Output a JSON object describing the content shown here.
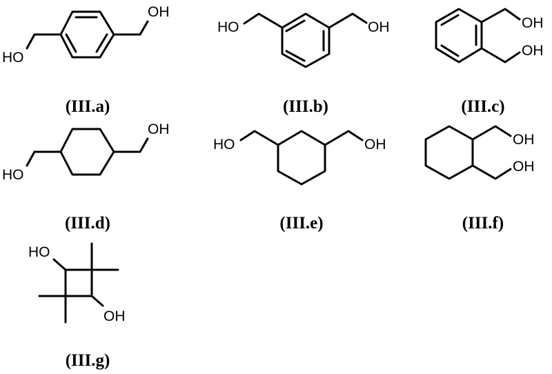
{
  "figure": {
    "compounds": [
      {
        "id": "a",
        "label": "(III.a)",
        "ring": "benzene",
        "substitution": "1,4",
        "groups": [
          "HO",
          "OH"
        ]
      },
      {
        "id": "b",
        "label": "(III.b)",
        "ring": "benzene",
        "substitution": "1,3",
        "groups": [
          "HO",
          "OH"
        ]
      },
      {
        "id": "c",
        "label": "(III.c)",
        "ring": "benzene",
        "substitution": "1,2",
        "groups": [
          "OH",
          "OH"
        ]
      },
      {
        "id": "d",
        "label": "(III.d)",
        "ring": "cyclohexane",
        "substitution": "1,4",
        "groups": [
          "HO",
          "OH"
        ]
      },
      {
        "id": "e",
        "label": "(III.e)",
        "ring": "cyclohexane",
        "substitution": "1,3",
        "groups": [
          "HO",
          "OH"
        ]
      },
      {
        "id": "f",
        "label": "(III.f)",
        "ring": "cyclohexane",
        "substitution": "1,2",
        "groups": [
          "OH",
          "OH"
        ]
      },
      {
        "id": "g",
        "label": "(III.g)",
        "ring": "cyclobutane",
        "substitution": "2,2,4,4-tetramethyl-1,3-diol",
        "groups": [
          "HO",
          "OH"
        ]
      }
    ]
  }
}
